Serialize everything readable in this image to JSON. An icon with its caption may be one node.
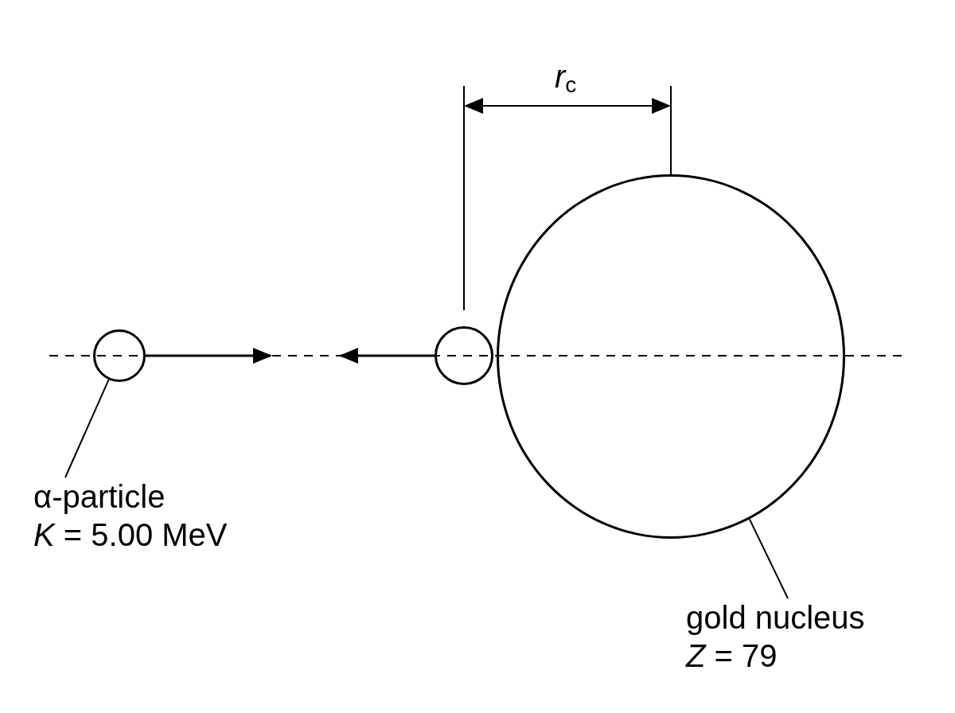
{
  "diagram": {
    "nodes": [
      {
        "text": [],
        "shape": "circle"
      },
      {
        "text": [
          "α-particle",
          "*K* = 5.00 MeV"
        ]
      },
      {
        "text": [],
        "shape": "circle"
      },
      {
        "text": [],
        "shape": "circle"
      },
      {
        "text": [
          "gold nucleus",
          "*Z* = 79"
        ]
      }
    ],
    "edges": [
      {
        "from": 1,
        "to": 0,
        "arrow": "none"
      },
      {
        "from": 4,
        "to": 3,
        "arrow": "none"
      }
    ],
    "labels": [
      "*r*$_{c}$"
    ]
  }
}
